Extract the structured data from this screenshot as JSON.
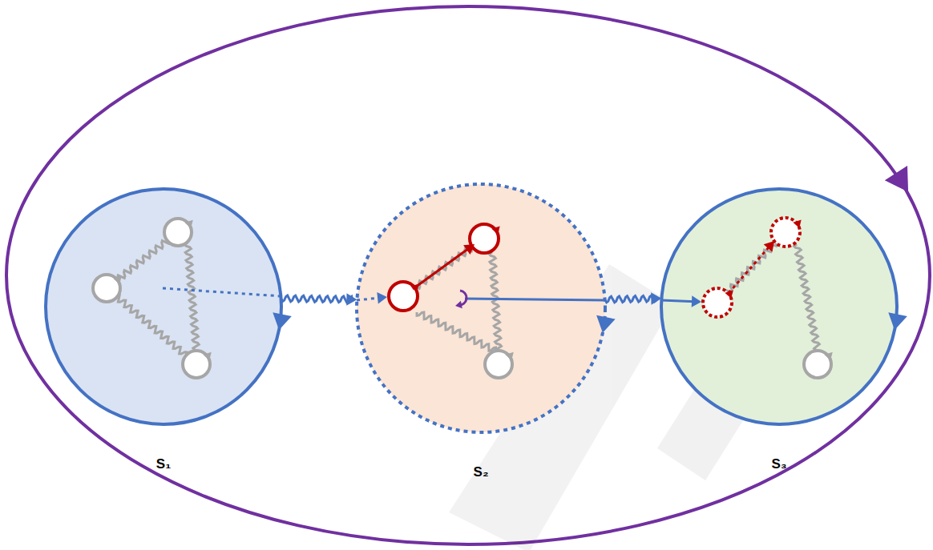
{
  "diagram": {
    "nodes": [
      {
        "text": [
          "S₁"
        ]
      },
      {
        "text": [
          "S₂"
        ]
      },
      {
        "text": [
          "S₃"
        ]
      }
    ],
    "edges": [
      {
        "from": 0,
        "to": 1,
        "arrow": "to"
      },
      {
        "from": 1,
        "to": 2,
        "arrow": "to"
      }
    ]
  }
}
